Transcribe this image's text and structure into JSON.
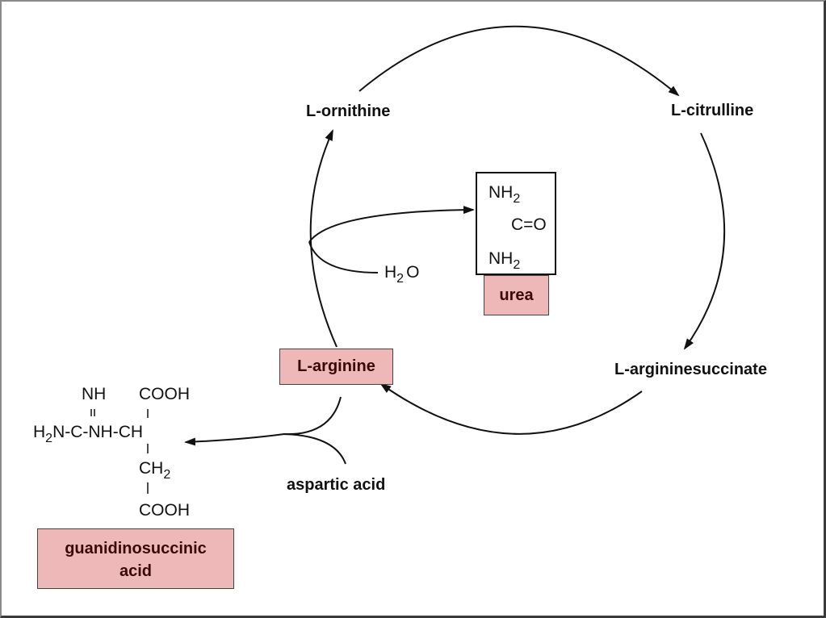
{
  "diagram": {
    "title": "Urea cycle and guanidinosuccinic acid formation",
    "nodes": {
      "ornithine": "L-ornithine",
      "citrulline": "L-citrulline",
      "argininosuccinate": "L-argininesuccinate",
      "arginine": "L-arginine",
      "urea": "urea",
      "water": {
        "main": "H",
        "sub": "2",
        "tail": "O"
      },
      "aspartic_acid": "aspartic acid",
      "gsa_line1": "guanidinosuccinic",
      "gsa_line2": "acid"
    },
    "urea_structure": {
      "top": "NH",
      "top_sub": "2",
      "center": "C=O",
      "bottom": "NH",
      "bottom_sub": "2"
    },
    "gsa_structure": {
      "imine": "NH",
      "double_bond": "=",
      "cooh_top": "COOH",
      "chain_h": "H",
      "chain_sub": "2",
      "chain_rest": "N-C-NH-CH",
      "ch2_main": "CH",
      "ch2_sub": "2",
      "cooh_bottom": "COOH"
    },
    "colors": {
      "highlight_fill": "#efb8b8",
      "highlight_text": "#3a0808",
      "line": "#111111"
    },
    "edges": [
      {
        "from": "L-ornithine",
        "to": "L-citrulline"
      },
      {
        "from": "L-citrulline",
        "to": "L-argininesuccinate"
      },
      {
        "from": "L-argininesuccinate",
        "to": "L-arginine"
      },
      {
        "from": "L-arginine",
        "to": "L-ornithine"
      },
      {
        "from": "L-arginine",
        "to": "urea",
        "with": "H2O"
      },
      {
        "from": "L-arginine",
        "to": "guanidinosuccinic acid",
        "with": "aspartic acid"
      }
    ]
  }
}
